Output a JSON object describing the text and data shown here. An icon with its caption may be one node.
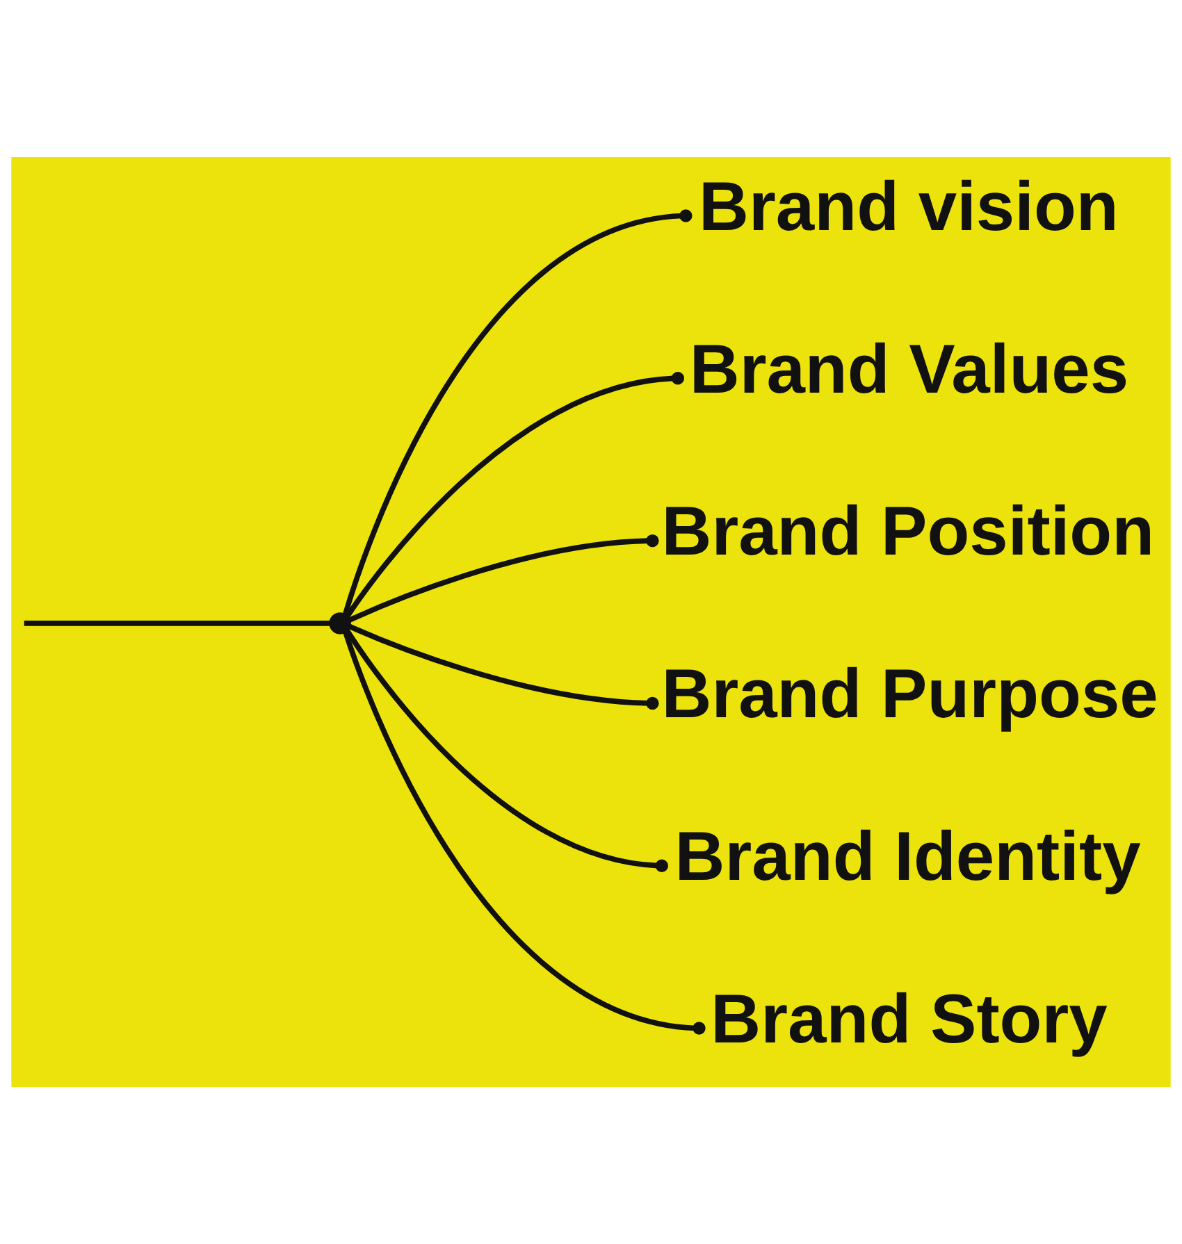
{
  "diagram": {
    "nodes": [
      {
        "text": [],
        "shape": "circle"
      },
      {
        "text": [
          "Brand vision"
        ]
      },
      {
        "text": [
          "Brand Values"
        ]
      },
      {
        "text": [
          "Brand Position"
        ]
      },
      {
        "text": [
          "Brand Purpose"
        ]
      },
      {
        "text": [
          "Brand Identity"
        ]
      },
      {
        "text": [
          "Brand Story"
        ]
      }
    ],
    "edges": [
      {
        "from": null,
        "to": 0,
        "arrow": "none"
      },
      {
        "from": 0,
        "to": 1,
        "arrow": "other"
      },
      {
        "from": 0,
        "to": 2,
        "arrow": "other"
      },
      {
        "from": 0,
        "to": 3,
        "arrow": "other"
      },
      {
        "from": 0,
        "to": 4,
        "arrow": "other"
      },
      {
        "from": 0,
        "to": 5,
        "arrow": "other"
      },
      {
        "from": 0,
        "to": 6,
        "arrow": "other"
      }
    ]
  }
}
